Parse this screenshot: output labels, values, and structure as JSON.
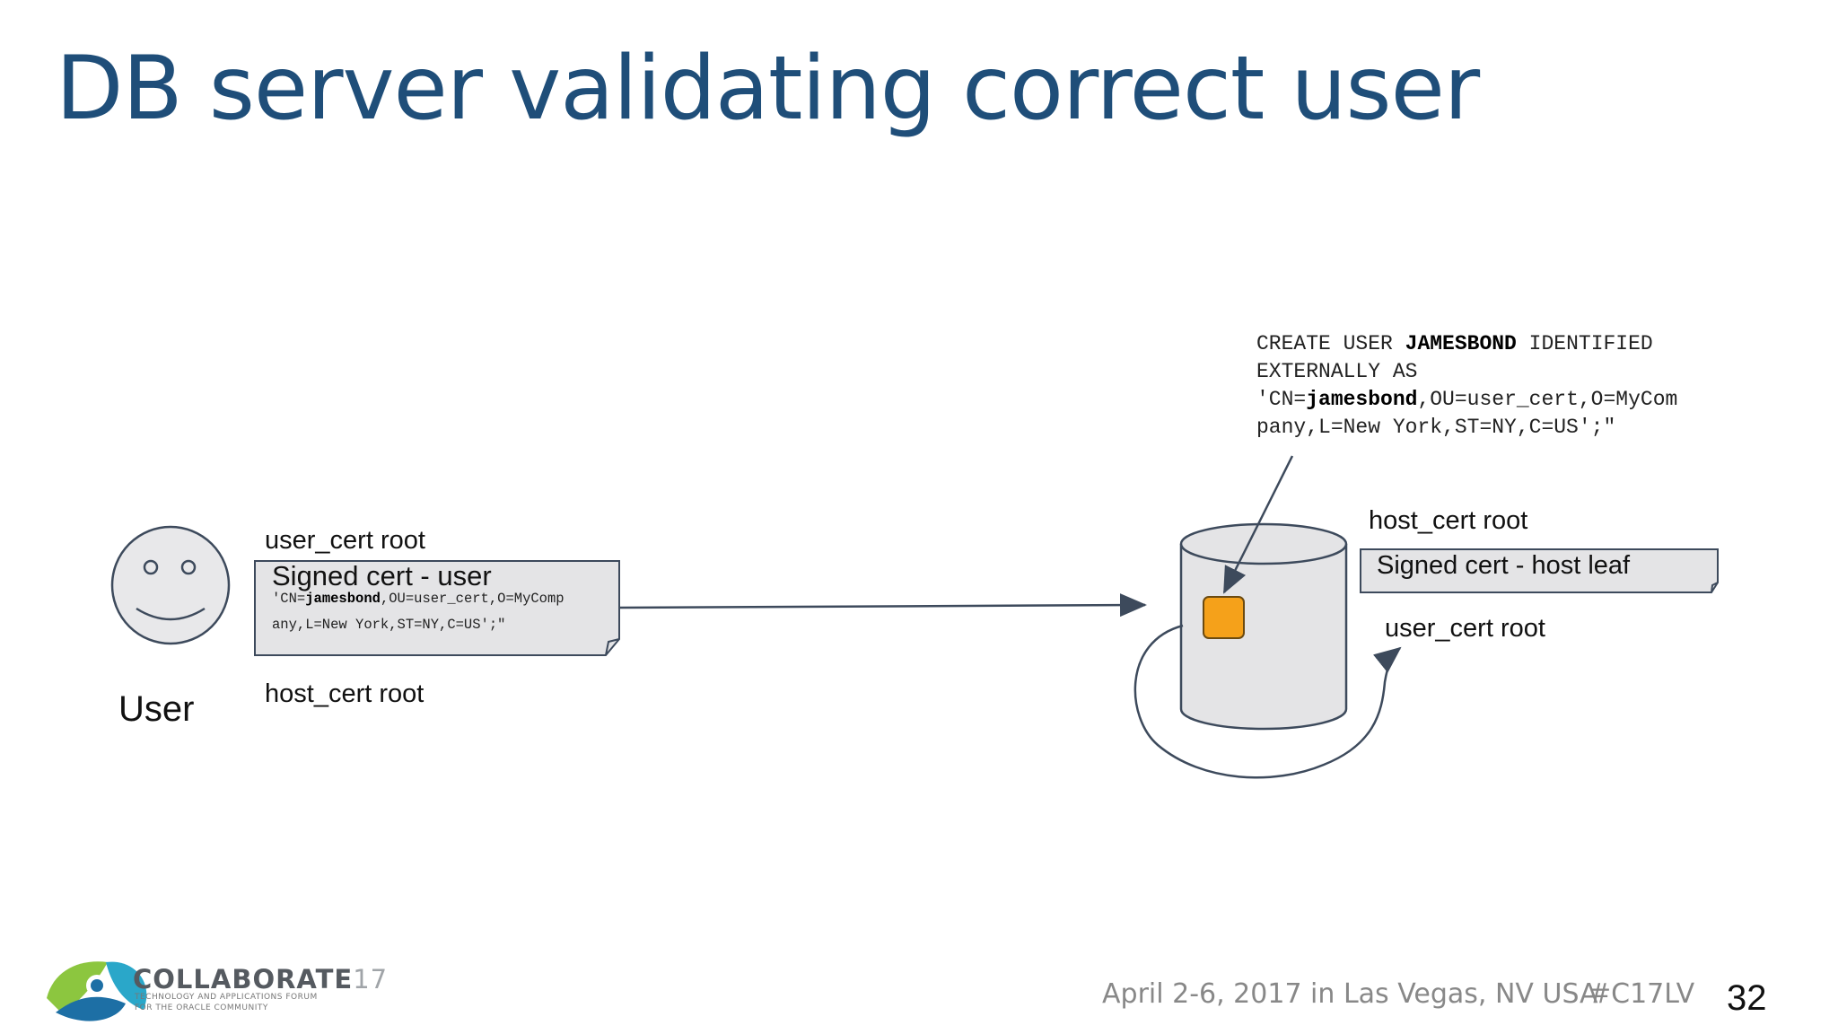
{
  "title": "DB server validating correct user",
  "user": {
    "label": "User",
    "icon": "smiley-face-icon"
  },
  "user_cert": {
    "root_label_top": "user_cert root",
    "root_label_bottom": "host_cert root",
    "card_title": "Signed cert - user",
    "dn_line1_prefix": "'CN=",
    "dn_line1_bold": "jamesbond",
    "dn_line1_suffix": ",OU=user_cert,O=MyComp",
    "dn_line2": "any,L=New York,ST=NY,C=US';\""
  },
  "server": {
    "icon": "database-cylinder-icon",
    "host_root_label": "host_cert root",
    "host_card_title": "Signed cert - host leaf",
    "user_root_label": "user_cert root",
    "accent_color": "#f5a11a"
  },
  "sql": {
    "line1_prefix": "CREATE USER ",
    "line1_bold": "JAMESBOND",
    "line1_suffix": " IDENTIFIED",
    "line2": "EXTERNALLY AS",
    "line3_prefix": "'CN=",
    "line3_bold": "jamesbond",
    "line3_suffix": ",OU=user_cert,O=MyCom",
    "line4": "pany,L=New York,ST=NY,C=US';\""
  },
  "footer": {
    "event": "April 2-6, 2017 in Las Vegas, NV USA",
    "hashtag": "#C17LV",
    "page_number": "32"
  },
  "logo": {
    "name": "COLLABORATE",
    "year": "17",
    "tagline_1": "TECHNOLOGY AND APPLICATIONS FORUM",
    "tagline_2": "FOR THE ORACLE COMMUNITY"
  },
  "colors": {
    "title": "#1f4e79",
    "stroke": "#3d4a5c",
    "card_fill": "#e4e4e6",
    "footer_text": "#888888"
  }
}
